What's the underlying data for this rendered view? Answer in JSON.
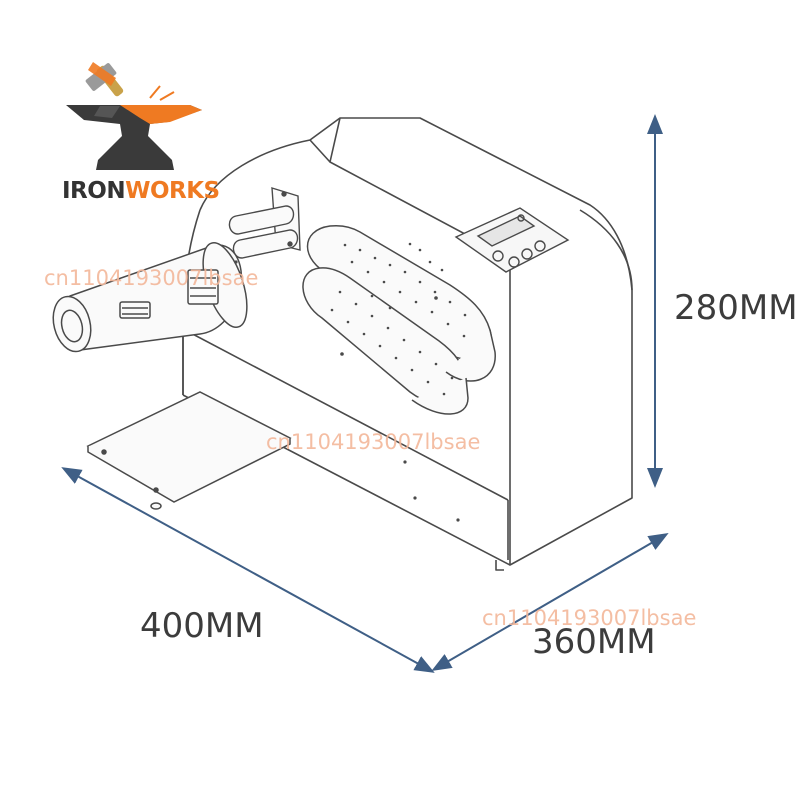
{
  "logo": {
    "text_part1": "IRON",
    "text_part2": "WORKS",
    "dark_color": "#3a3a3a",
    "accent_color": "#ef7a22"
  },
  "dimensions": {
    "height": "280MM",
    "width": "400MM",
    "depth": "360MM",
    "arrow_color": "#3f5f86"
  },
  "watermarks": [
    "cn1104193007lbsae",
    "cn1104193007lbsae",
    "cn1104193007lbsae"
  ],
  "icons": [
    "anvil-logo-icon",
    "hammer-icon",
    "machine-illustration",
    "control-panel-icon"
  ]
}
